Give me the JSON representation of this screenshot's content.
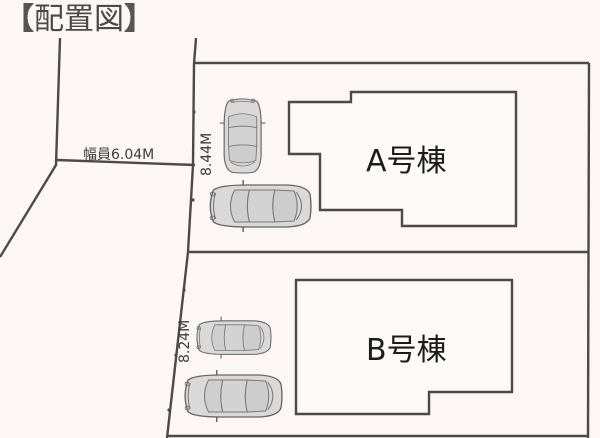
{
  "title": {
    "open_bracket": "【",
    "text": "配置図",
    "close_bracket": "】"
  },
  "road": {
    "width_label": "幅員6.04M"
  },
  "lots": [
    {
      "id": "A",
      "building_label": "A号棟",
      "frontage_label": "8.44M",
      "parking_spaces": 2
    },
    {
      "id": "B",
      "building_label": "B号棟",
      "frontage_label": "8.24M",
      "parking_spaces": 2
    }
  ],
  "colors": {
    "background": "#fcf7f4",
    "line": "#4a4a4a",
    "car_fill": "#d6d6d6",
    "car_outline": "#6a6a6a"
  }
}
